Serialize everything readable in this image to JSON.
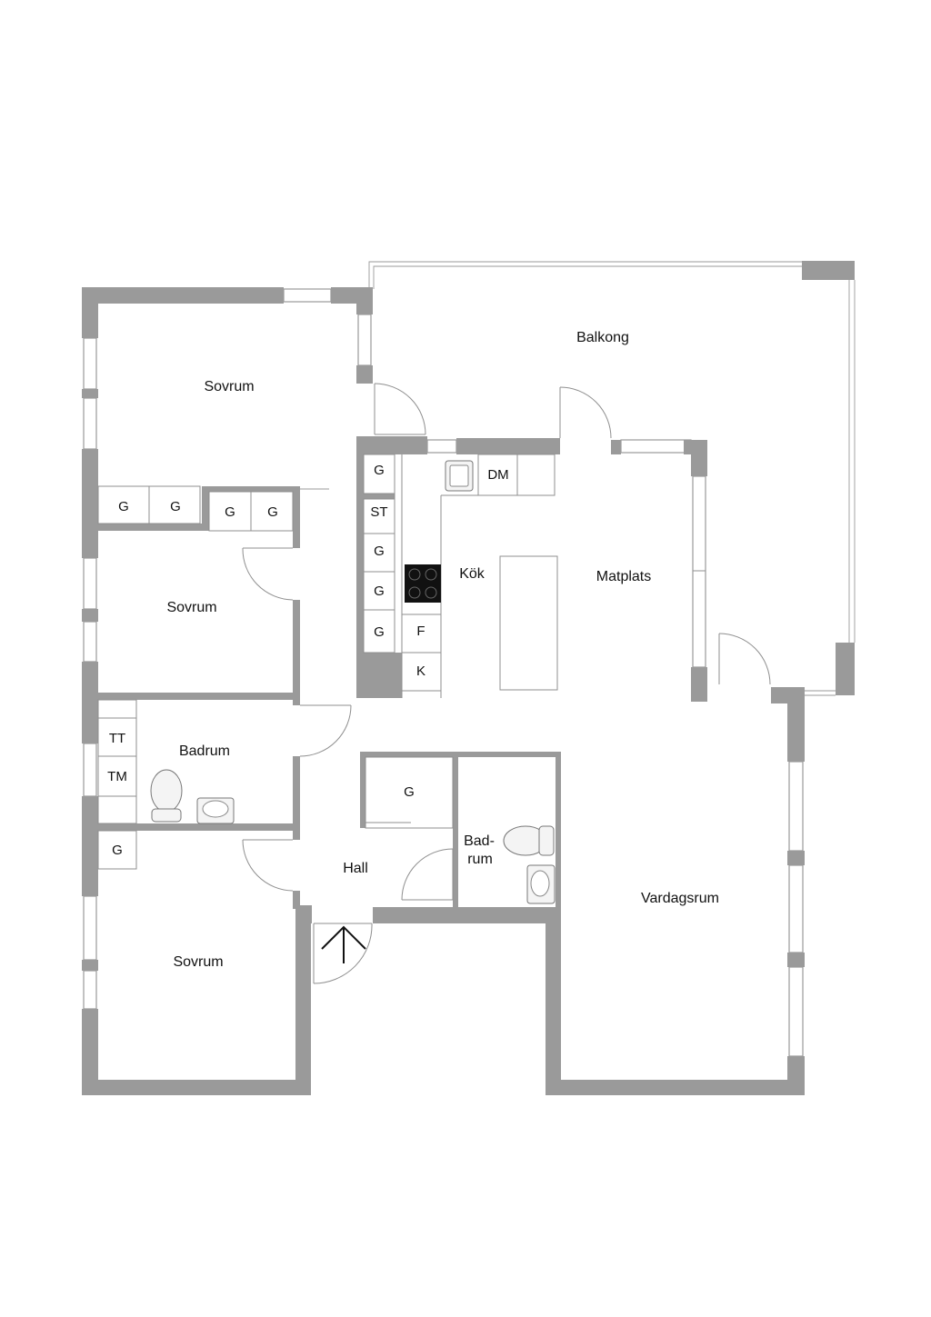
{
  "rooms": {
    "balkong": "Balkong",
    "sovrum_top": "Sovrum",
    "sovrum_mid": "Sovrum",
    "sovrum_bottom": "Sovrum",
    "kok": "Kök",
    "matplats": "Matplats",
    "badrum_left": "Badrum",
    "badrum_small_line1": "Bad-",
    "badrum_small_line2": "rum",
    "hall": "Hall",
    "vardagsrum": "Vardagsrum"
  },
  "fixtures": {
    "g": "G",
    "st": "ST",
    "dm": "DM",
    "f": "F",
    "k": "K",
    "tt": "TT",
    "tm": "TM"
  },
  "colors": {
    "wall": "#9a9a9a",
    "background": "#ffffff",
    "stove": "#111111"
  },
  "icons": [
    "entrance-arrow-icon",
    "sink-icon",
    "toilet-icon",
    "stove-icon"
  ]
}
